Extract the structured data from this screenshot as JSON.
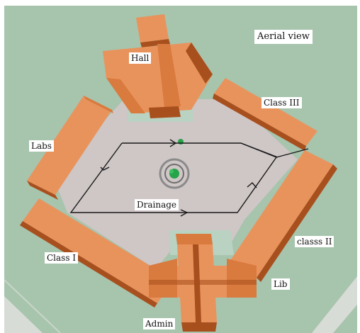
{
  "title": "Aerial view",
  "buildings": {
    "hall": "Hall",
    "class3": "Class III",
    "labs": "Labs",
    "class1": "Class I",
    "class2": "classs II",
    "lib": "Lib",
    "admin": "Admin"
  },
  "flow_label": "Drainage",
  "colors": {
    "grass": "#a7c4ad",
    "courtyard": "#cfc6c6",
    "roof_light": "#e9935c",
    "roof_mid": "#d97a3f",
    "roof_dark": "#a84f1e",
    "path": "#d8dcd6",
    "lines": "#1a1a1a",
    "tree": "#27a34a"
  }
}
